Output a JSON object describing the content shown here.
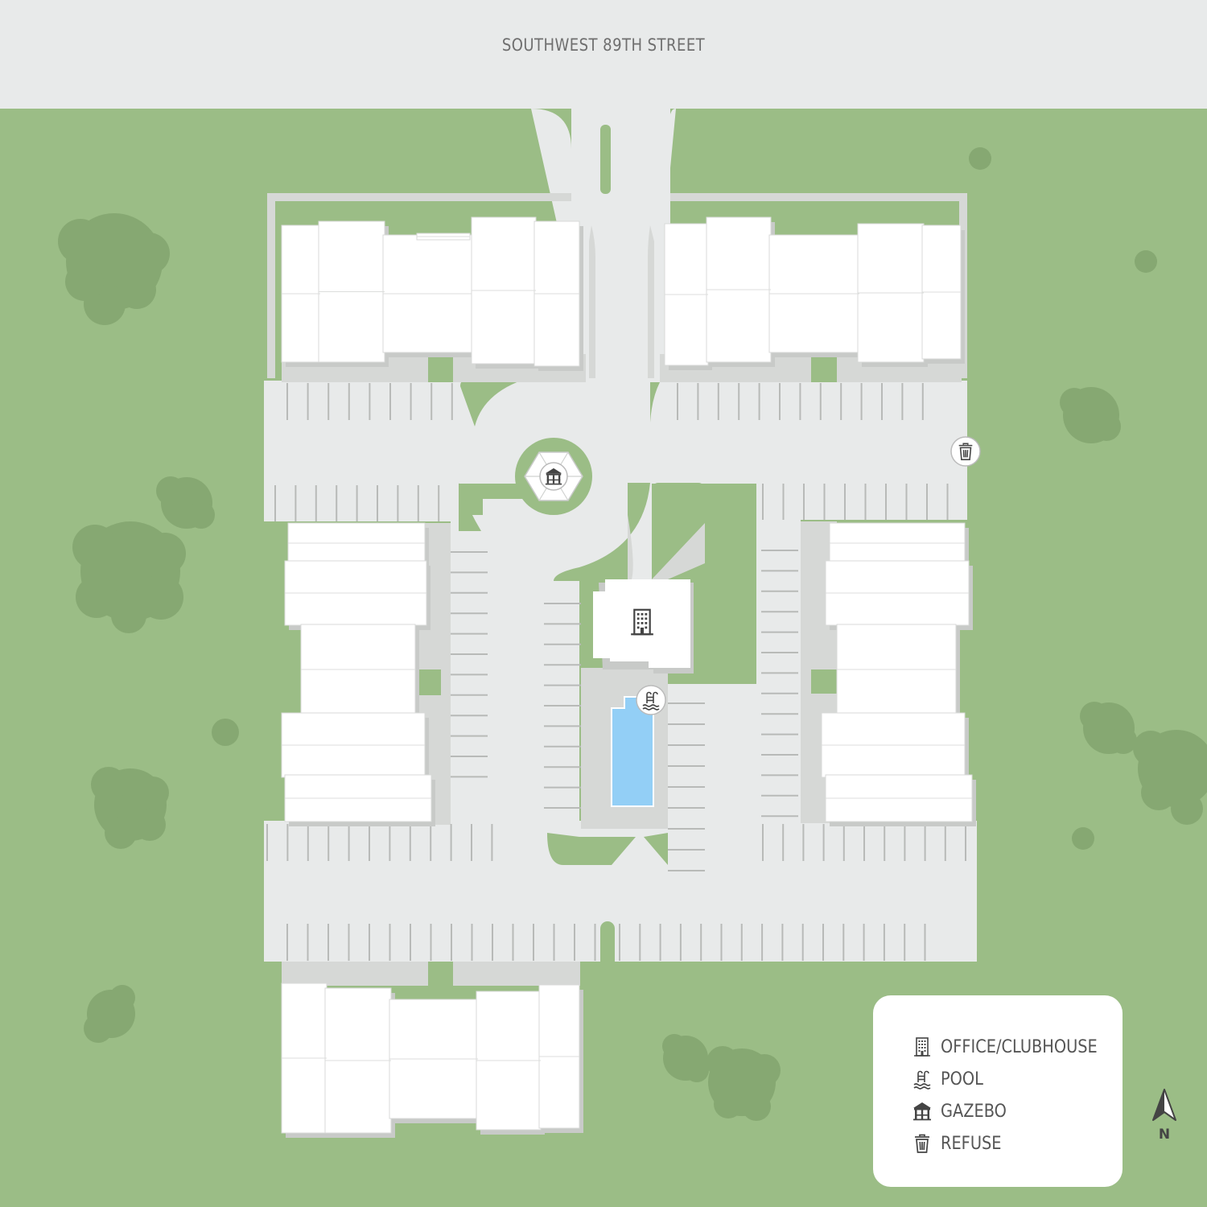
{
  "map": {
    "street_name": "SOUTHWEST 89TH STREET",
    "colors": {
      "grass": "#9bbd86",
      "road": "#e8eaea",
      "building": "#ffffff",
      "tree": "#86a872",
      "shadow": "#c8cac8",
      "pool": "#93cff6"
    }
  },
  "legend": {
    "items": [
      {
        "icon": "office-clubhouse-icon",
        "label": "OFFICE/CLUBHOUSE"
      },
      {
        "icon": "pool-icon",
        "label": "POOL"
      },
      {
        "icon": "gazebo-icon",
        "label": "GAZEBO"
      },
      {
        "icon": "refuse-icon",
        "label": "REFUSE"
      }
    ]
  },
  "compass": {
    "label": "N"
  }
}
